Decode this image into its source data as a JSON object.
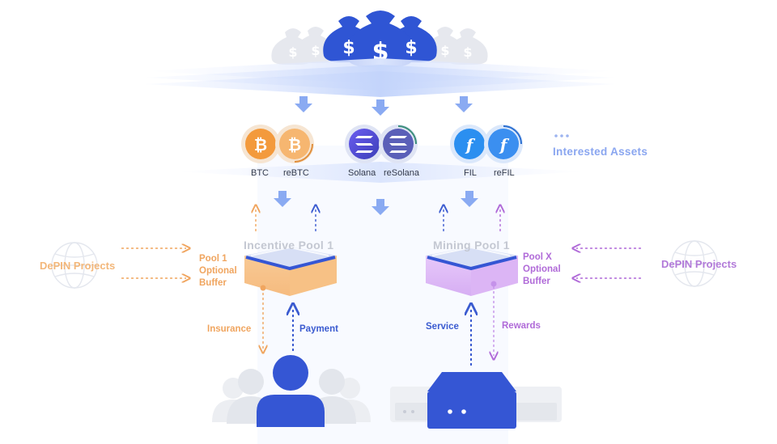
{
  "coins": {
    "btc": "BTC",
    "rebtc": "reBTC",
    "solana": "Solana",
    "resolana": "reSolana",
    "fil": "FIL",
    "refil": "reFIL"
  },
  "interested_assets": "Interested Assets",
  "pools": {
    "incentive": {
      "title": "Incentive Pool 1",
      "buffer_line1": "Pool 1",
      "buffer_line2": "Optional",
      "buffer_line3": "Buffer"
    },
    "mining": {
      "title": "Mining Pool 1",
      "buffer_line1": "Pool X",
      "buffer_line2": "Optional",
      "buffer_line3": "Buffer"
    }
  },
  "depin_left": "DePIN Projects",
  "depin_right": "DePIN Projects",
  "flows": {
    "insurance": "Insurance",
    "payment": "Payment",
    "service": "Service",
    "rewards": "Rewards"
  },
  "colors": {
    "blue": "#3b5bd0",
    "orange": "#f0a55f",
    "purple": "#b06ad8",
    "btc": "#f39a3c",
    "fil": "#2b8ff0",
    "band": "#cfdcfb"
  },
  "icons": [
    "money-bag-icon",
    "btc-icon",
    "solana-icon",
    "fil-icon",
    "globe-icon",
    "user-group-icon",
    "server-icon"
  ]
}
